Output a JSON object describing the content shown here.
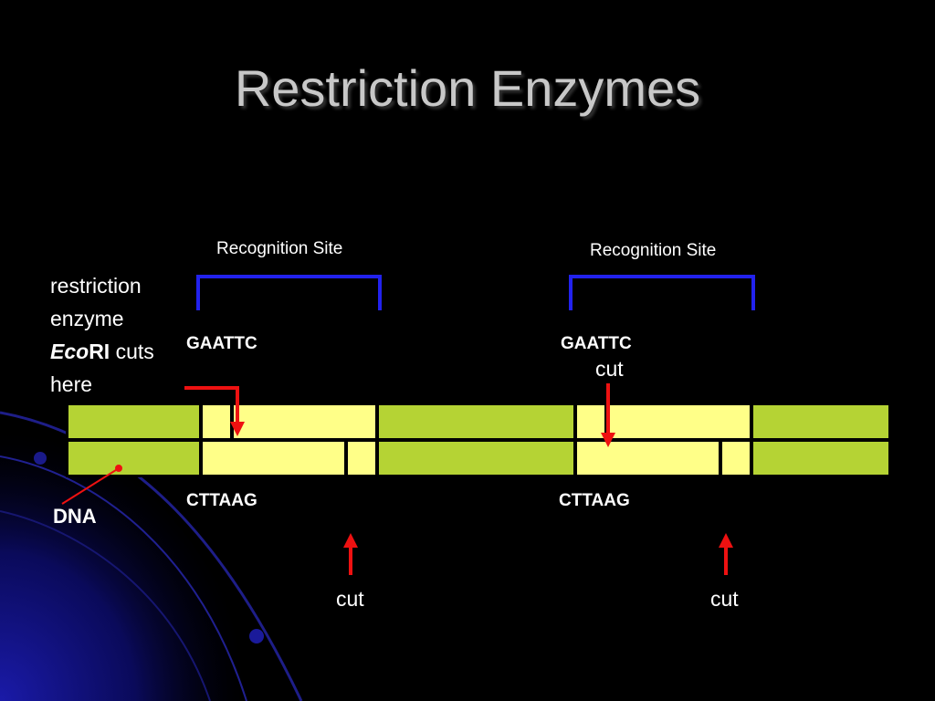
{
  "slide": {
    "title": "Restriction Enzymes"
  },
  "annotations": {
    "recognition_site_left": "Recognition Site",
    "recognition_site_right": "Recognition Site",
    "seq_top_left": "GAATTC",
    "seq_top_right": "GAATTC",
    "seq_bottom_left": "CTTAAG",
    "seq_bottom_right": "CTTAAG",
    "cut_top_right": "cut",
    "cut_bottom_left": "cut",
    "cut_bottom_right": "cut",
    "dna": "DNA"
  },
  "description": {
    "line1": "restriction",
    "line2": "enzyme",
    "enzyme_italic": "Eco",
    "enzyme_roman": "RI",
    "cuts": " cuts",
    "line4": "here"
  },
  "colors": {
    "strand_green": "#b5d334",
    "site_yellow": "#ffff88",
    "bracket_blue": "#2222ee",
    "arrow_red": "#ee1111",
    "background": "#000000"
  }
}
